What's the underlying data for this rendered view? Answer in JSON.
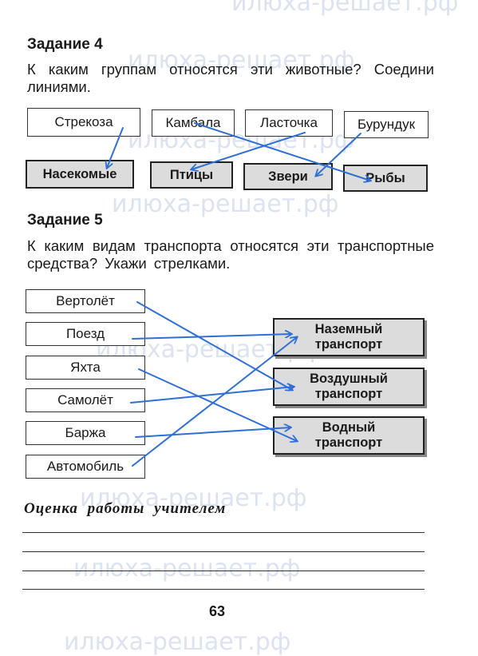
{
  "watermarks": [
    "илюха-решает.рф",
    "илюха-решает.рф",
    "илюха-решает.рф",
    "илюха-решает.рф",
    "илюха-решает.рф",
    "илюха-решает.рф",
    "илюха-решает.рф",
    "илюха-решает.рф"
  ],
  "task4": {
    "heading": "Задание 4",
    "text": "К каким группам относятся эти животные? Соедини линиями.",
    "animals": [
      "Стрекоза",
      "Камбала",
      "Ласточка",
      "Бурундук"
    ],
    "groups": [
      "Насекомые",
      "Птицы",
      "Звери",
      "Рыбы"
    ]
  },
  "task5": {
    "heading": "Задание 5",
    "text": "К каким видам транспорта относятся эти транспортные средства? Укажи стрелками.",
    "vehicles": [
      "Вертолёт",
      "Поезд",
      "Яхта",
      "Самолёт",
      "Баржа",
      "Автомобиль"
    ],
    "transport_types": [
      {
        "line1": "Наземный",
        "line2": "транспорт"
      },
      {
        "line1": "Воздушный",
        "line2": "транспорт"
      },
      {
        "line1": "Водный",
        "line2": "транспорт"
      }
    ]
  },
  "evaluation": {
    "label": "Оценка работы учителем"
  },
  "page_number": "63",
  "annotation": {
    "color": "#2f6fd6"
  }
}
